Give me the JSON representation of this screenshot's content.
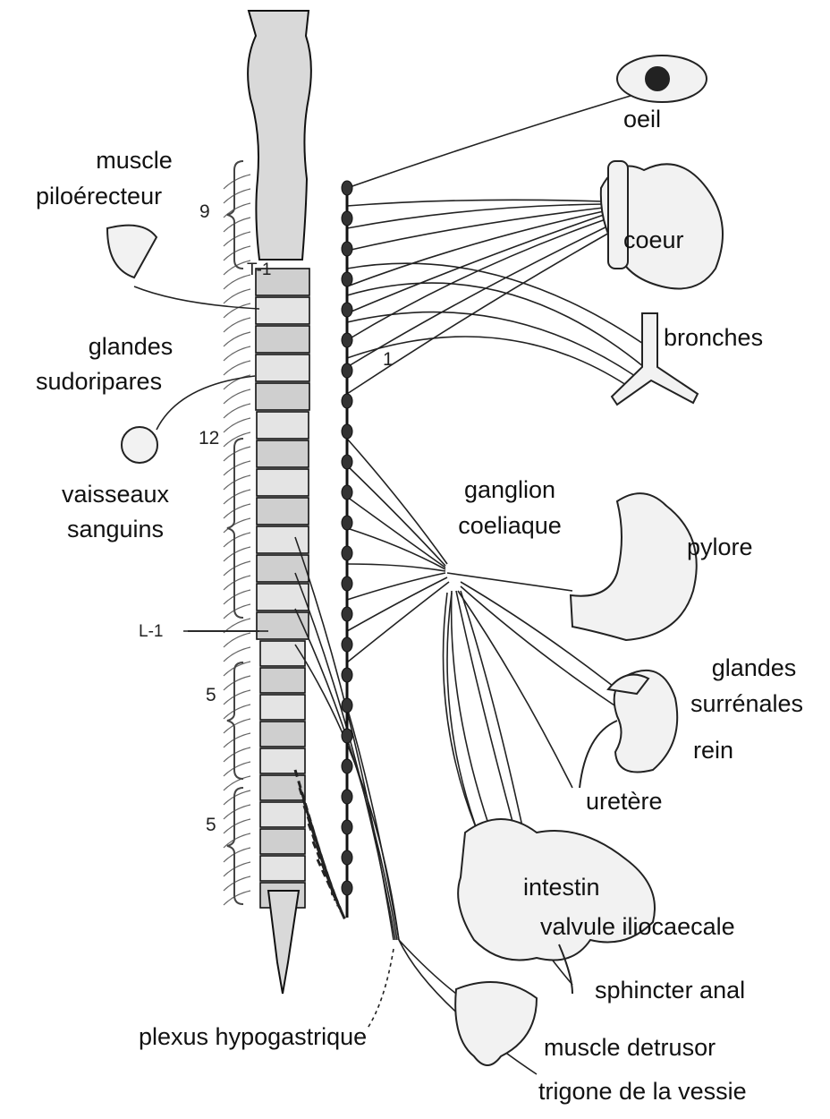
{
  "labels": {
    "oeil": "oeil",
    "muscle": "muscle",
    "piloerecteur": "piloérecteur",
    "coeur": "coeur",
    "bronches": "bronches",
    "glandes_1": "glandes",
    "sudoripares": "sudoripares",
    "vaisseaux": "vaisseaux",
    "sanguins": "sanguins",
    "ganglion": "ganglion",
    "coeliaque": "coeliaque",
    "pylore": "pylore",
    "glandes_2": "glandes",
    "surrenales": "surrénales",
    "rein": "rein",
    "uretere": "uretère",
    "intestin": "intestin",
    "valvule": "valvule iliocaecale",
    "sphincter": "sphincter anal",
    "plexus": "plexus hypogastrique",
    "detrusor": "muscle detrusor",
    "trigone": "trigone de la vessie"
  },
  "numbers": {
    "n9": "9",
    "t1": "T-1",
    "n12": "12",
    "l1": "L-1",
    "n5a": "5",
    "n5b": "5",
    "n1": "1"
  },
  "colors": {
    "ink": "#111111",
    "spine_fill": "#d9d9d9",
    "ganglion_fill": "#8a8a8a"
  }
}
